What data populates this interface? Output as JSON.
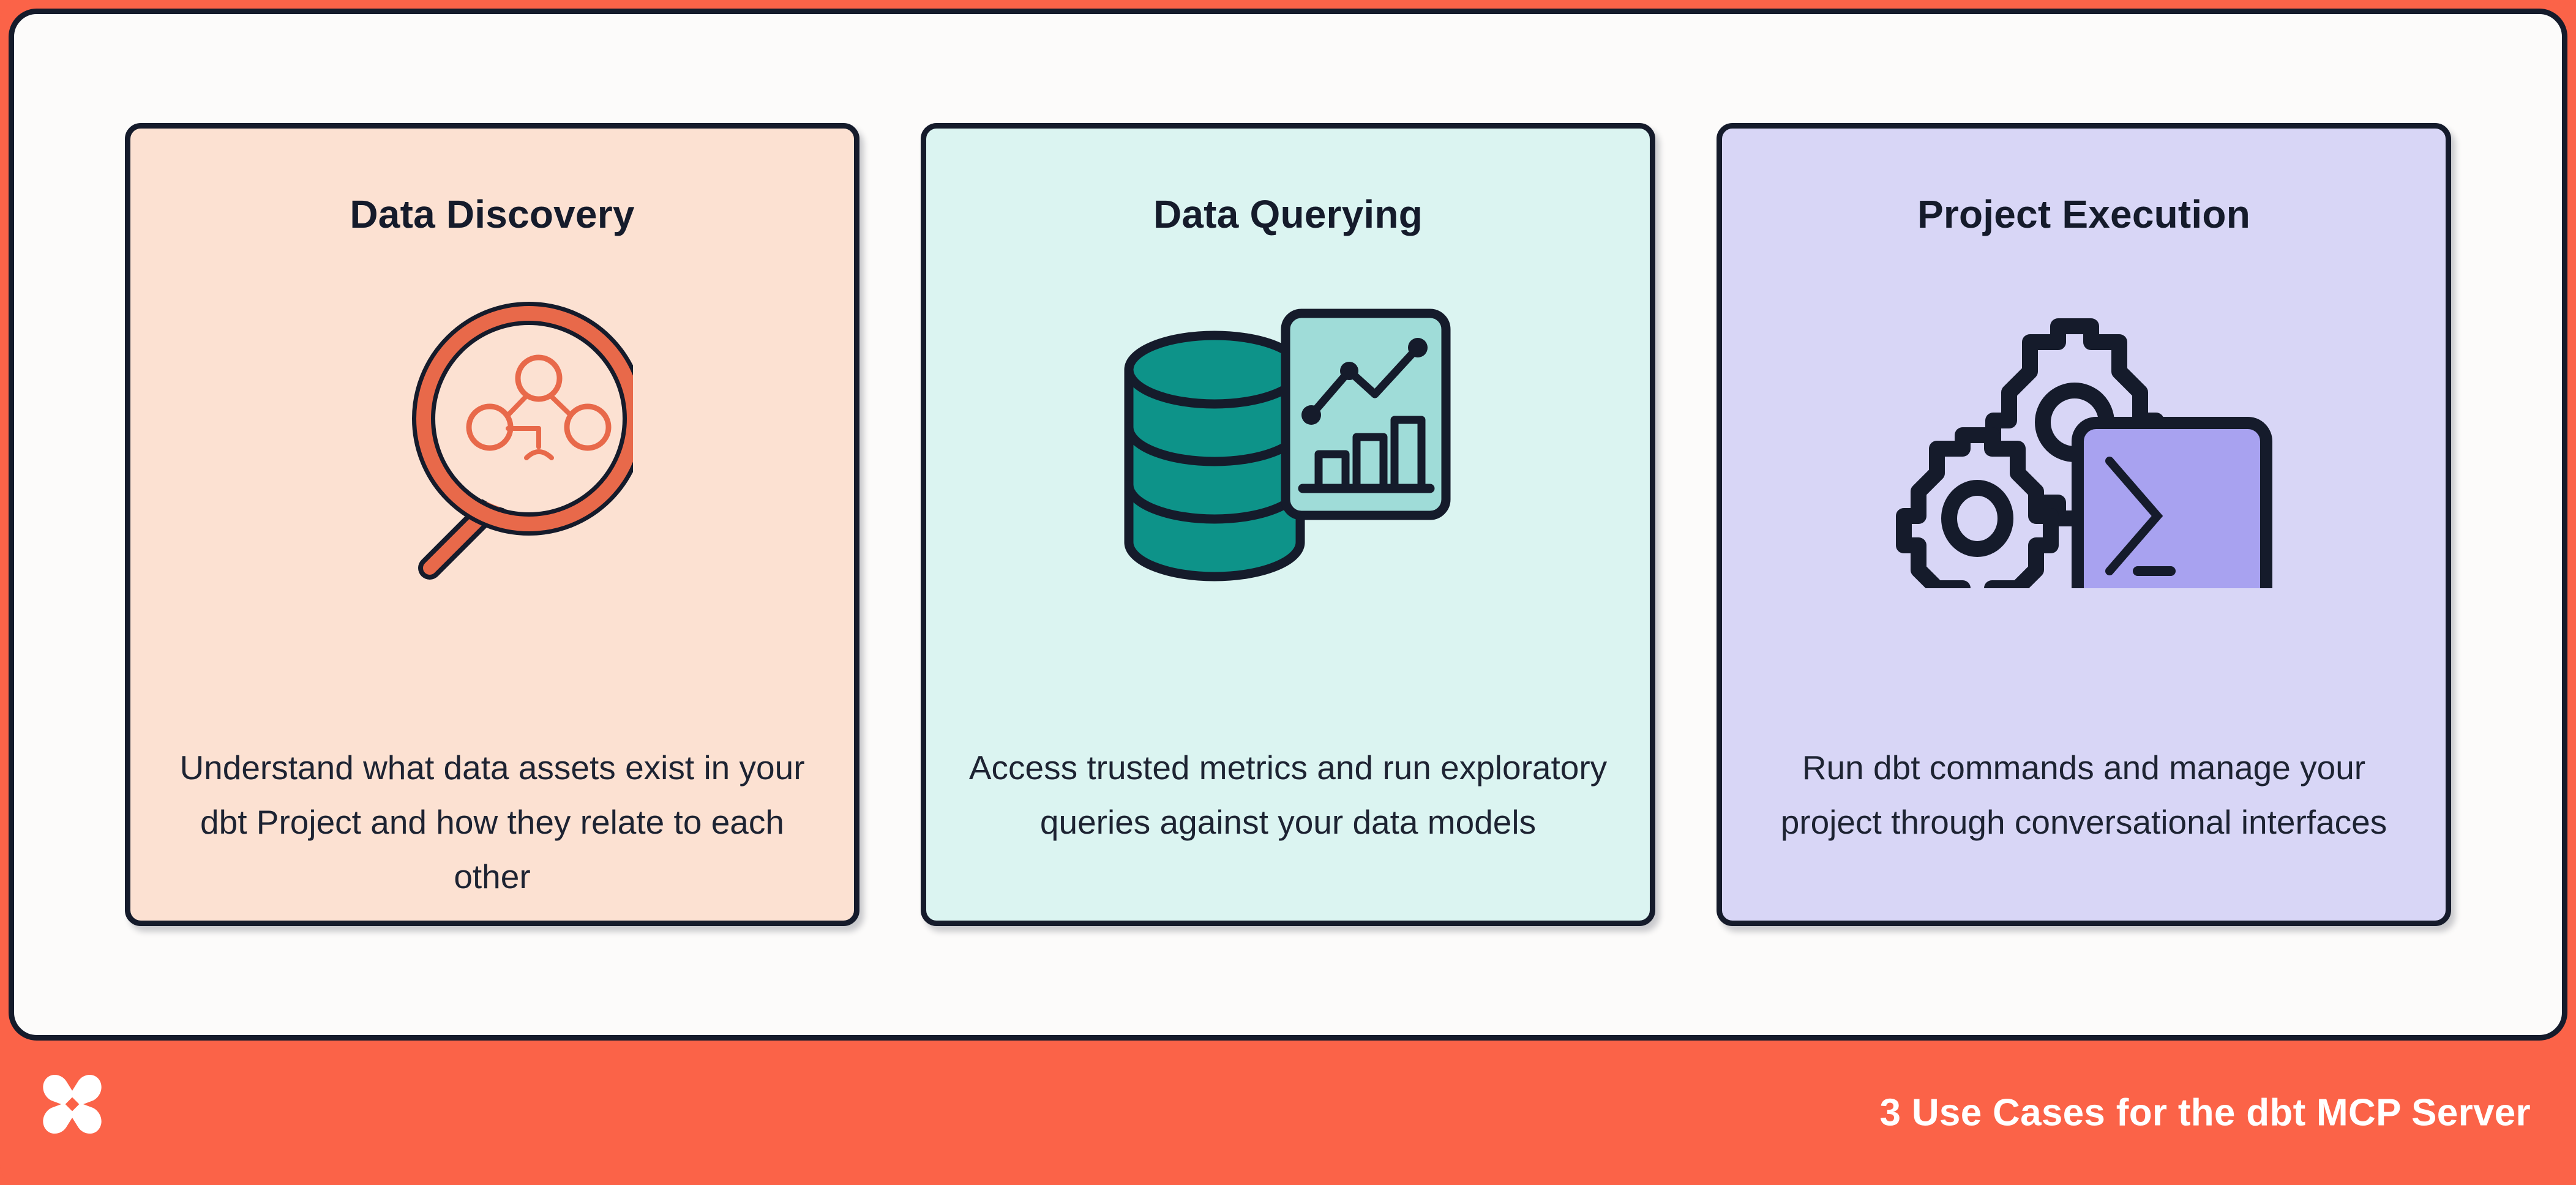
{
  "footer": {
    "caption": "3 Use Cases for the dbt MCP Server",
    "logo_icon": "dbt-x-logo",
    "background_color": "#FB6348",
    "text_color": "#FFFFFF"
  },
  "panel": {
    "background_color": "#FCFBFA",
    "border_color": "#151B2B"
  },
  "cards": [
    {
      "id": "data-discovery",
      "title": "Data Discovery",
      "body": "Understand what data assets exist in your dbt Project and how they relate to each other",
      "icon": "magnifying-glass-graph-icon",
      "background_color": "#FCE1D2",
      "accent_color": "#E8694A",
      "outline_color": "#151B2B"
    },
    {
      "id": "data-querying",
      "title": "Data Querying",
      "body": "Access trusted metrics and run exploratory queries against your data models",
      "icon": "database-analytics-icon",
      "background_color": "#DBF4F1",
      "accent_color": "#0D9389",
      "accent_color_light": "#9FDCD8",
      "outline_color": "#151B2B"
    },
    {
      "id": "project-execution",
      "title": "Project Execution",
      "body": "Run dbt commands and manage your project through conversational interfaces",
      "icon": "gears-terminal-icon",
      "background_color": "#D8D6F6",
      "accent_color": "#A8A2F0",
      "outline_color": "#151B2B"
    }
  ]
}
